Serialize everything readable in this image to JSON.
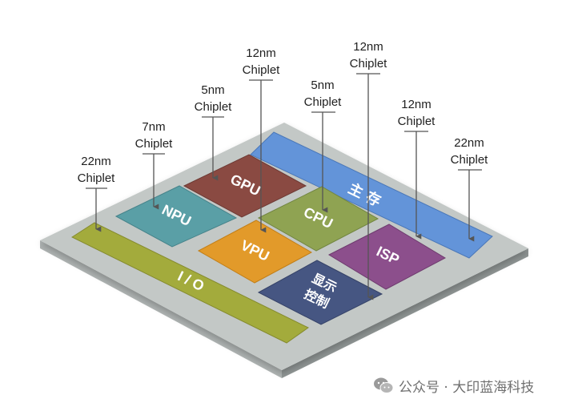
{
  "blocks": {
    "gpu": "GPU",
    "npu": "NPU",
    "cpu": "CPU",
    "vpu": "VPU",
    "isp": "ISP",
    "io": "I / O",
    "memory": "主 存",
    "display_line1": "显示",
    "display_line2": "控制"
  },
  "callouts": [
    {
      "node": "22nm",
      "label": "Chiplet"
    },
    {
      "node": "7nm",
      "label": "Chiplet"
    },
    {
      "node": "5nm",
      "label": "Chiplet"
    },
    {
      "node": "12nm",
      "label": "Chiplet"
    },
    {
      "node": "5nm",
      "label": "Chiplet"
    },
    {
      "node": "12nm",
      "label": "Chiplet"
    },
    {
      "node": "12nm",
      "label": "Chiplet"
    },
    {
      "node": "22nm",
      "label": "Chiplet"
    }
  ],
  "watermark": {
    "text": "公众号 · 大印蓝海科技",
    "icon": "wechat-icon"
  },
  "colors": {
    "substrate_top": "#c3c8c6",
    "substrate_side": "#8e9493",
    "io": "#a3ab3c",
    "npu": "#5a9fa6",
    "gpu": "#8a4a42",
    "vpu": "#e29a2a",
    "cpu": "#8fa352",
    "memory": "#6394d9",
    "isp": "#8c4f8c",
    "display": "#465682"
  }
}
